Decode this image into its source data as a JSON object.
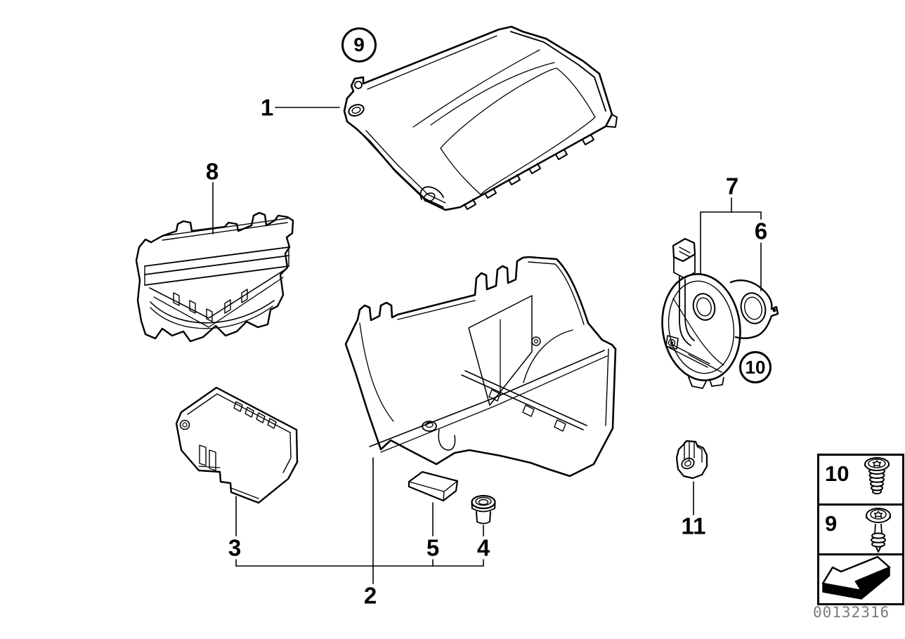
{
  "callouts": {
    "c1": "1",
    "c2": "2",
    "c3": "3",
    "c4": "4",
    "c5": "5",
    "c6": "6",
    "c7": "7",
    "c8": "8",
    "c11": "11",
    "c9_circled": "9",
    "c10_circled": "10"
  },
  "legend": {
    "rows": [
      {
        "number": "10",
        "icon": "coarse-thread-screw-icon"
      },
      {
        "number": "9",
        "icon": "self-tapping-screw-icon"
      },
      {
        "number": "",
        "icon": "direction-arrow-icon"
      }
    ]
  },
  "footer": {
    "image_number": "00132316"
  },
  "colors": {
    "line": "#000000",
    "image_number_gray": "#7b7b7b",
    "background": "#ffffff"
  }
}
